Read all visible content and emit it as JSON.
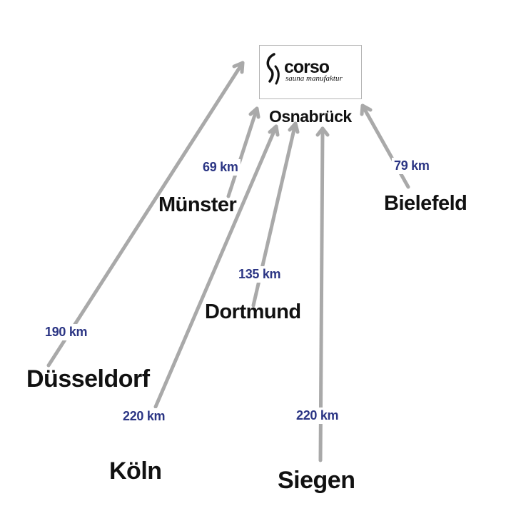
{
  "hub": {
    "name": "Osnabrück",
    "logo": {
      "wordmark": "corso",
      "tagline": "sauna manufaktur",
      "mark_icon": "corso-s-mark-icon"
    }
  },
  "routes": [
    {
      "city": "Münster",
      "distance": "69 km"
    },
    {
      "city": "Bielefeld",
      "distance": "79 km"
    },
    {
      "city": "Dortmund",
      "distance": "135 km"
    },
    {
      "city": "Düsseldorf",
      "distance": "190 km"
    },
    {
      "city": "Köln",
      "distance": "220 km"
    },
    {
      "city": "Siegen",
      "distance": "220 km"
    }
  ],
  "colors": {
    "arrow": "#a9a9a9",
    "distance_text": "#2b3584",
    "city_text": "#111111"
  }
}
